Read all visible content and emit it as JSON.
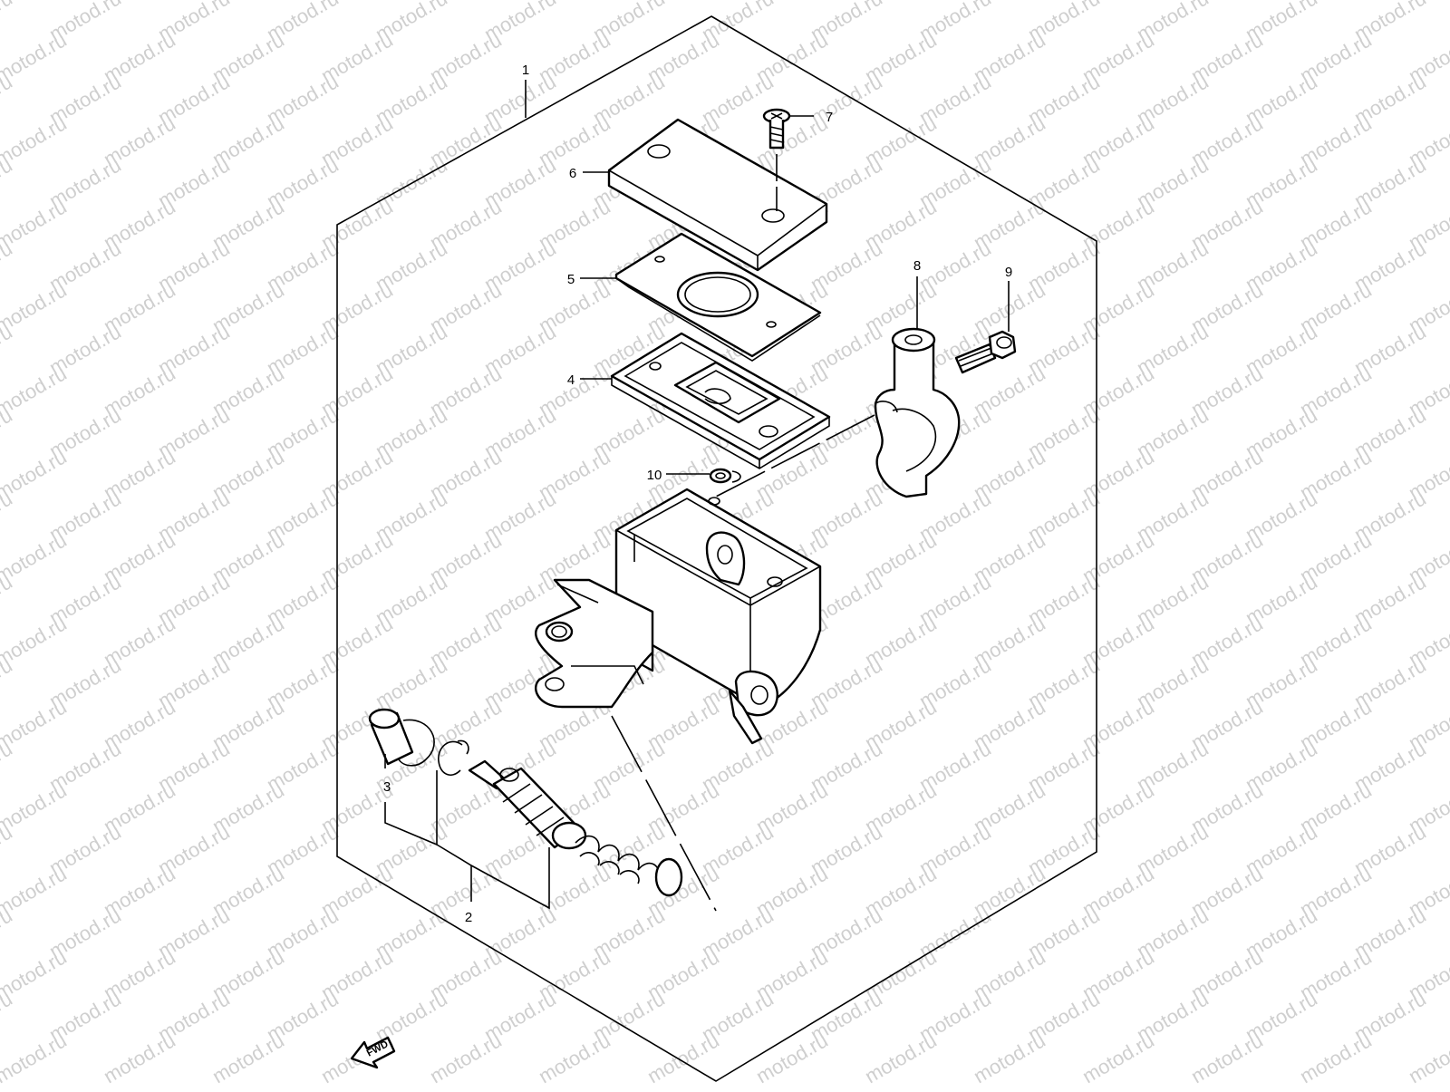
{
  "watermark": "motod.ru",
  "callouts": [
    {
      "id": "1",
      "text": "1"
    },
    {
      "id": "2",
      "text": "2"
    },
    {
      "id": "3",
      "text": "3"
    },
    {
      "id": "4",
      "text": "4"
    },
    {
      "id": "5",
      "text": "5"
    },
    {
      "id": "6",
      "text": "6"
    },
    {
      "id": "7",
      "text": "7"
    },
    {
      "id": "8",
      "text": "8"
    },
    {
      "id": "9",
      "text": "9"
    },
    {
      "id": "10",
      "text": "10"
    }
  ],
  "fwd_label": "FWD",
  "colors": {
    "line": "#000000",
    "watermark": "#cfcfcf",
    "background": "#ffffff"
  }
}
